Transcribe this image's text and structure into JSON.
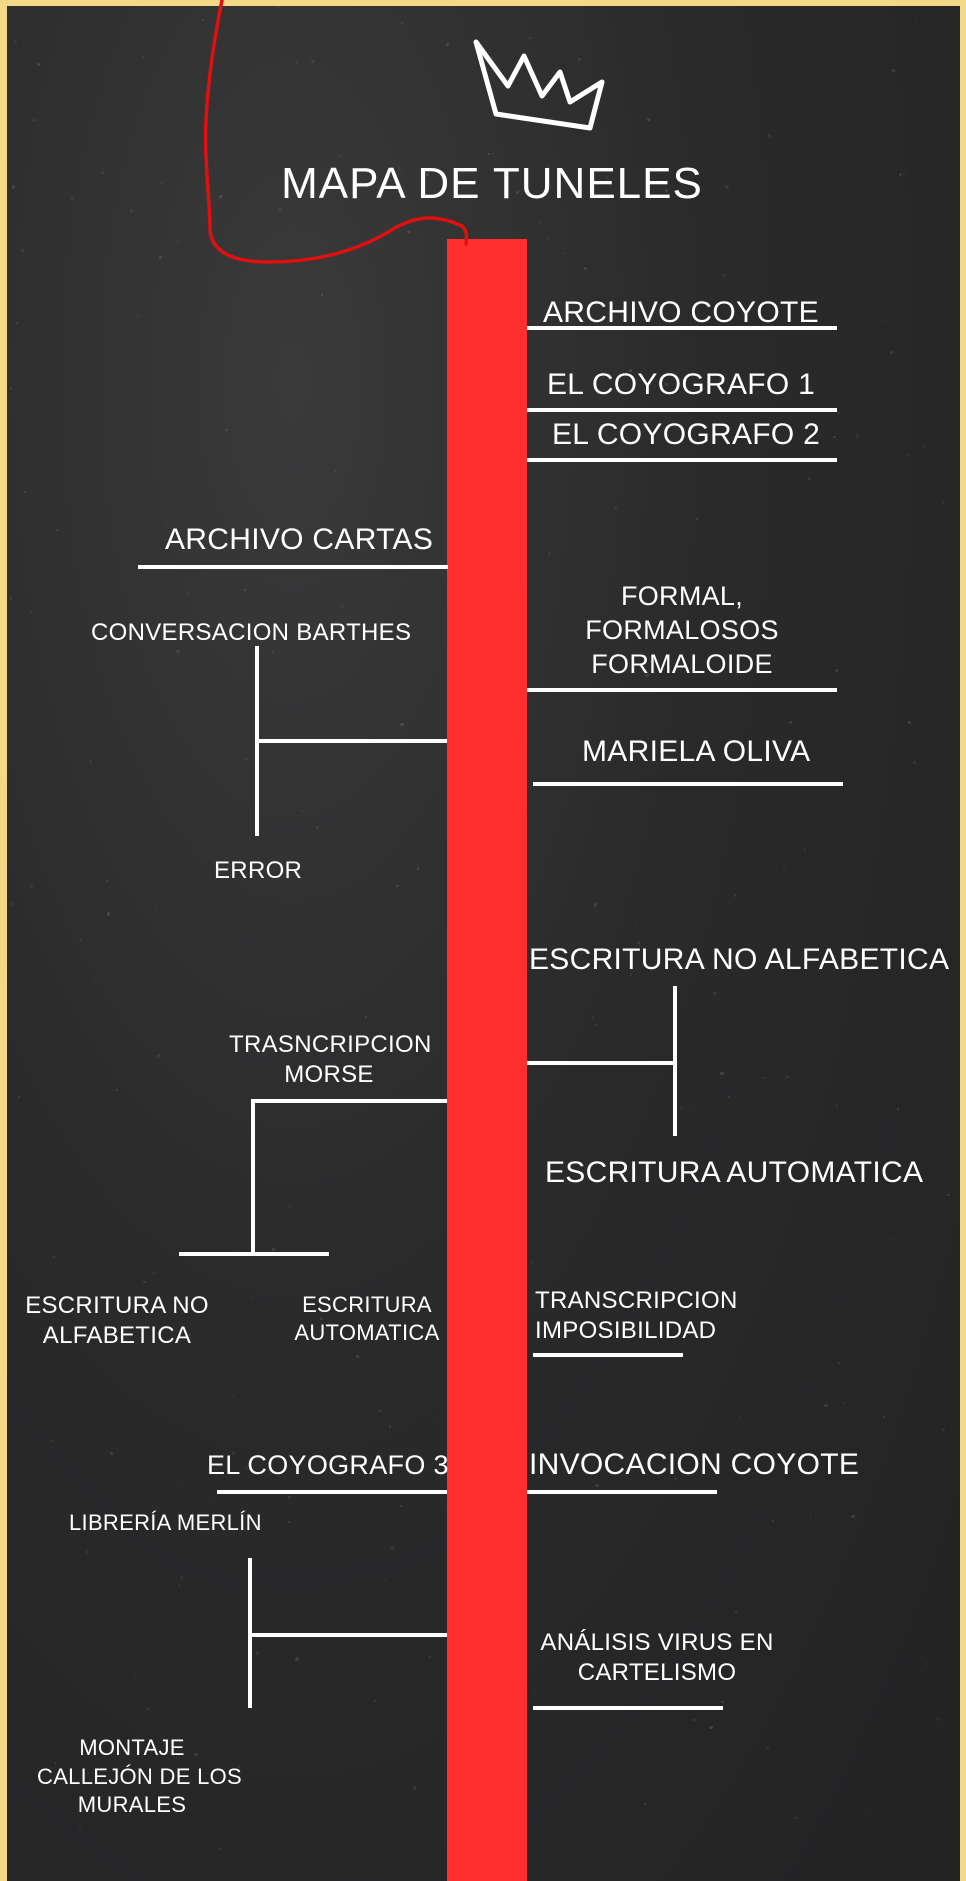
{
  "title": "MAPA DE TUNELES",
  "icons": {
    "crown": "crown-icon"
  },
  "colors": {
    "background": "#2a2a2b",
    "trunk": "#ff2f2f",
    "lines": "#ffffff",
    "frame": "#f3d88a",
    "scribble": "#e01010"
  },
  "left_nodes": {
    "archivo_cartas": "ARCHIVO CARTAS",
    "conversacion_barthes": "CONVERSACION BARTHES",
    "error": "ERROR",
    "trasncripcion_morse": [
      "TRASNCRIPCION",
      "MORSE"
    ],
    "escritura_no_alfabetica": [
      "ESCRITURA NO",
      "ALFABETICA"
    ],
    "escritura_automatica": [
      "ESCRITURA",
      "AUTOMATICA"
    ],
    "el_coyografo_3": "EL COYOGRAFO 3",
    "libreria_merlin": "LIBRERÍA MERLÍN",
    "montaje": [
      "MONTAJE",
      "CALLEJÓN DE LOS",
      "MURALES"
    ]
  },
  "right_nodes": {
    "archivo_coyote": "ARCHIVO COYOTE",
    "el_coyografo_1": "EL COYOGRAFO 1",
    "el_coyografo_2": "EL COYOGRAFO 2",
    "formal": [
      "FORMAL,",
      "FORMALOSOS",
      "FORMALOIDE"
    ],
    "mariela_oliva": "MARIELA OLIVA",
    "escritura_no_alfabetica": "ESCRITURA NO ALFABETICA",
    "escritura_automatica": "ESCRITURA AUTOMATICA",
    "transcripcion_imposibilidad": [
      "TRANSCRIPCION",
      "IMPOSIBILIDAD"
    ],
    "invocacion_coyote": "INVOCACION COYOTE",
    "analisis_virus": [
      "ANÁLISIS VIRUS EN",
      "CARTELISMO"
    ]
  }
}
